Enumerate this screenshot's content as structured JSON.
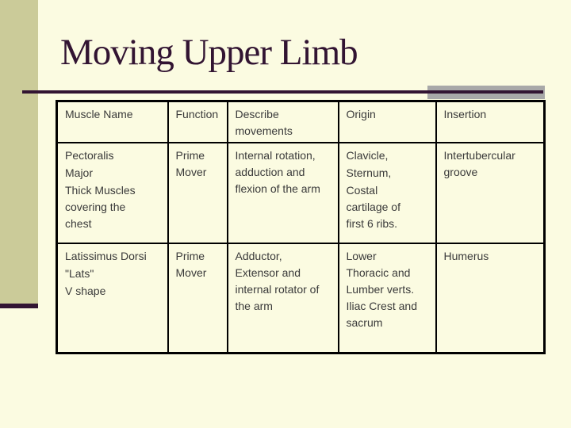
{
  "title": "Moving Upper Limb",
  "colors": {
    "background": "#FBFBE1",
    "sidebar_accent": "#CBCB99",
    "accent_dark_purple": "#321432",
    "divider_gray": "#A8A8A8",
    "table_border": "#000000",
    "text": "#3A3A3A"
  },
  "table": {
    "headers": [
      "Muscle Name",
      "Function",
      "Describe movements",
      "Origin",
      "Insertion"
    ],
    "rows": [
      {
        "muscle_name": [
          "Pectoralis",
          "Major",
          "Thick Muscles covering the chest"
        ],
        "function": "Prime Mover",
        "describe_movements": "Internal rotation, adduction and flexion of the arm",
        "origin": [
          "Clavicle,",
          "Sternum,",
          "Costal cartilage of first 6 ribs."
        ],
        "insertion": "Intertubercular groove"
      },
      {
        "muscle_name": [
          "Latissimus Dorsi",
          "\"Lats\"",
          "V shape"
        ],
        "function": "Prime Mover",
        "describe_movements": "Adductor, Extensor and internal rotator of the arm",
        "origin": [
          "Lower Thoracic and Lumber verts. Iliac Crest and sacrum"
        ],
        "insertion": "Humerus"
      }
    ]
  }
}
